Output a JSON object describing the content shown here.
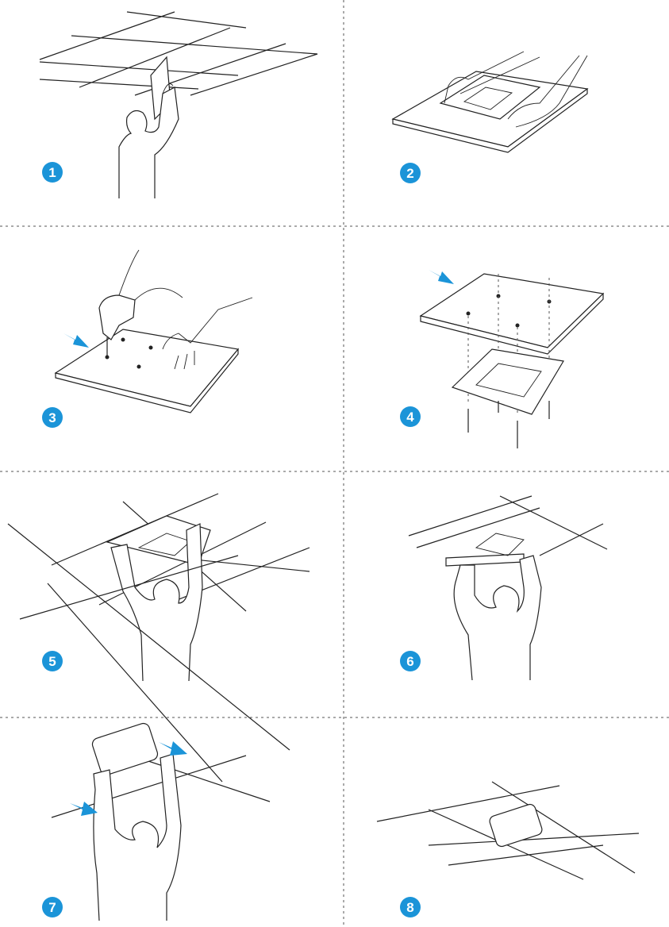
{
  "title": "",
  "steps": [
    {
      "number": "1"
    },
    {
      "number": "2"
    },
    {
      "number": "3"
    },
    {
      "number": "4"
    },
    {
      "number": "5"
    },
    {
      "number": "6"
    },
    {
      "number": "7"
    },
    {
      "number": "8"
    }
  ],
  "colors": {
    "badge": "#1b94d8",
    "arrow": "#1b94d8",
    "line": "#222222",
    "divider": "#555555"
  }
}
